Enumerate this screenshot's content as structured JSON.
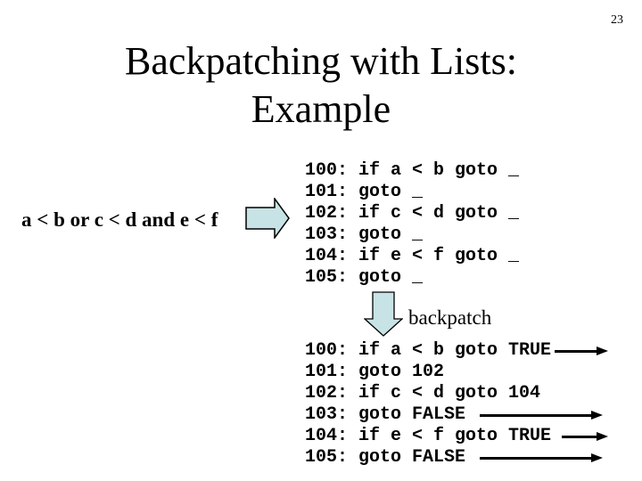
{
  "page": {
    "number": "23",
    "background_color": "#ffffff",
    "text_color": "#000000"
  },
  "title": {
    "line1": "Backpatching with Lists:",
    "line2": "Example"
  },
  "expression": {
    "text": "a < b or c < d and e < f"
  },
  "flow": {
    "arrow_fill": "#c8e3e5",
    "arrow_outline": "#000000",
    "backpatch_label": "backpatch"
  },
  "code_before": {
    "lines": [
      "100: if a < b goto _",
      "101: goto _",
      "102: if c < d goto _",
      "103: goto _",
      "104: if e < f goto _",
      "105: goto _"
    ]
  },
  "code_after": {
    "lines": [
      "100: if a < b goto TRUE",
      "101: goto 102",
      "102: if c < d goto 104",
      "103: goto FALSE",
      "104: if e < f goto TRUE",
      "105: goto FALSE"
    ],
    "pointer_arrow_lines": [
      "100",
      "103",
      "104",
      "105"
    ]
  },
  "icons": {
    "flow_right_arrow": "block-arrow-right",
    "backpatch_down_arrow": "block-arrow-down",
    "goto_target_arrow": "thin-arrow-right"
  }
}
